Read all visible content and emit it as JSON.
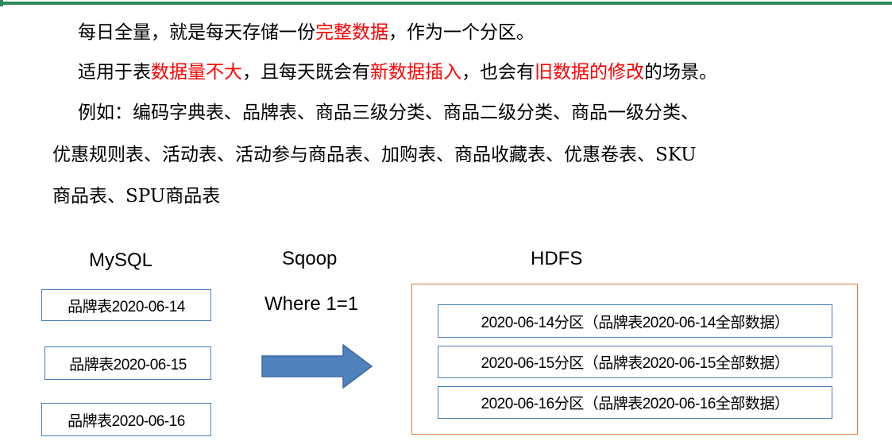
{
  "text": {
    "p1": {
      "a": "每日全量，就是每天存储一份",
      "b": "完整数据",
      "c": "，作为一个分区。"
    },
    "p2": {
      "a": "适用于表",
      "b": "数据量不大",
      "c": "，且每天既会有",
      "d": "新数据插入",
      "e": "，也会有",
      "f": "旧数据的修改",
      "g": "的场景。"
    },
    "p3": {
      "line1": "例如：编码字典表、品牌表、商品三级分类、商品二级分类、商品一级分类、",
      "line2": "优惠规则表、活动表、活动参与商品表、加购表、商品收藏表、优惠卷表、SKU",
      "line3": "商品表、SPU商品表"
    }
  },
  "diagram": {
    "mysql_label": "MySQL",
    "sqoop_label": "Sqoop",
    "sqoop_condition": "Where 1=1",
    "hdfs_label": "HDFS",
    "mysql_tables": [
      "品牌表2020-06-14",
      "品牌表2020-06-15",
      "品牌表2020-06-16"
    ],
    "hdfs_partitions": [
      "2020-06-14分区（品牌表2020-06-14全部数据）",
      "2020-06-15分区（品牌表2020-06-15全部数据）",
      "2020-06-16分区（品牌表2020-06-16全部数据）"
    ]
  },
  "colors": {
    "highlight": "#ff0000",
    "box_border": "#4a7ebb",
    "hdfs_border": "#e07b39",
    "arrow_fill": "#4f81bd",
    "top_rule": "#2e8b57"
  }
}
